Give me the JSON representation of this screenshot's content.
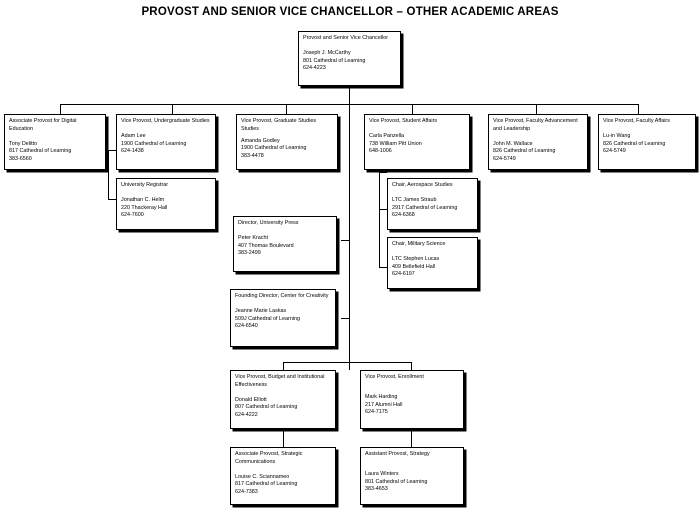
{
  "title": "PROVOST AND SENIOR VICE CHANCELLOR – OTHER ACADEMIC AREAS",
  "nodes": {
    "root": {
      "role": "Provost and Senior Vice Chancellor",
      "person": "Joseph J. McCarthy",
      "location": "801 Cathedral of Learning",
      "phone": "624-4223"
    },
    "digital_education": {
      "role": "Associate Provost for Digital Education",
      "person": "Tony Delitto",
      "location": "817 Cathedral of Learning",
      "phone": "383-6560"
    },
    "undergraduate_studies": {
      "role": "Vice Provost, Undergraduate Studies",
      "person": "Adam Lee",
      "location": "1900 Cathedral of Learning",
      "phone": "624-1438"
    },
    "university_registrar": {
      "role": "University Registrar",
      "person": "Jonathan C. Helm",
      "location": "220 Thackeray Hall",
      "phone": "624-7600"
    },
    "graduate_studies": {
      "role": "Vice Provost, Graduate Studies Studies",
      "person": "Amanda Godley",
      "location": "1900 Cathedral of Learning",
      "phone": "383-4478"
    },
    "university_press": {
      "role": "Director, University Press",
      "person": "Peter Kracht",
      "location": "407 Thomas Boulevard",
      "phone": "383-2499"
    },
    "center_for_creativity": {
      "role": "Founding Director, Center for Creativity",
      "person": "Jeanne Marie Laskas",
      "location": "509J Cathedral of Learning",
      "phone": "624-6540"
    },
    "student_affairs": {
      "role": "Vice Provost, Student Affairs",
      "person": "Carla Panzella",
      "location": "738 William Pitt Union",
      "phone": "648-1006"
    },
    "aerospace_studies": {
      "role": "Chair, Aerospace Studies",
      "person": "LTC James Straub",
      "location": "2917 Cathedral of Learning",
      "phone": "624-6368"
    },
    "military_science": {
      "role": "Chair, Military Science",
      "person": "LTC Stephen Lucas",
      "location": "409 Bellefield Hall",
      "phone": "624-6197"
    },
    "faculty_advancement": {
      "role": "Vice Provost, Faculty Advancement and Leadership",
      "person": "John M. Wallace",
      "location": "826 Cathedral of Learning",
      "phone": "624-5749"
    },
    "faculty_affairs": {
      "role": "Vice Provost, Faculty Affairs",
      "person": "Lu-in Wang",
      "location": "826 Cathedral of Learning",
      "phone": "624-5749"
    },
    "budget_effectiveness": {
      "role": "Vice Provost, Budget and Institutional Effectiveness",
      "person": "Donald Elliott",
      "location": "807 Cathedral of Learning",
      "phone": "624-4222"
    },
    "enrollment": {
      "role": "Vice Provost, Enrollment",
      "person": "Mark Harding",
      "location": "217 Alumni Hall",
      "phone": "624-7175"
    },
    "strategic_communications": {
      "role": "Associate Provost, Strategic Communications",
      "person": "Louise C. Sciannameo",
      "location": "817 Cathedral of Learning",
      "phone": "624-7383"
    },
    "strategy": {
      "role": "Assistant Provost, Strategy",
      "person": "Laura Winters",
      "location": "801 Cathedral of Learning",
      "phone": "383-4653"
    }
  }
}
